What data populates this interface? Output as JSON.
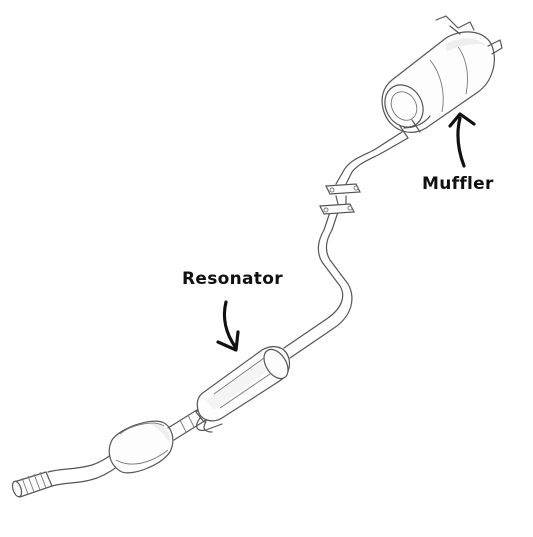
{
  "callouts": {
    "resonator": "Resonator",
    "muffler": "Muffler"
  },
  "icons": [
    "exhaust-system-illustration",
    "curved-arrow-icon"
  ],
  "colors": {
    "line": "#555555",
    "label": "#111111",
    "background": "#ffffff"
  }
}
